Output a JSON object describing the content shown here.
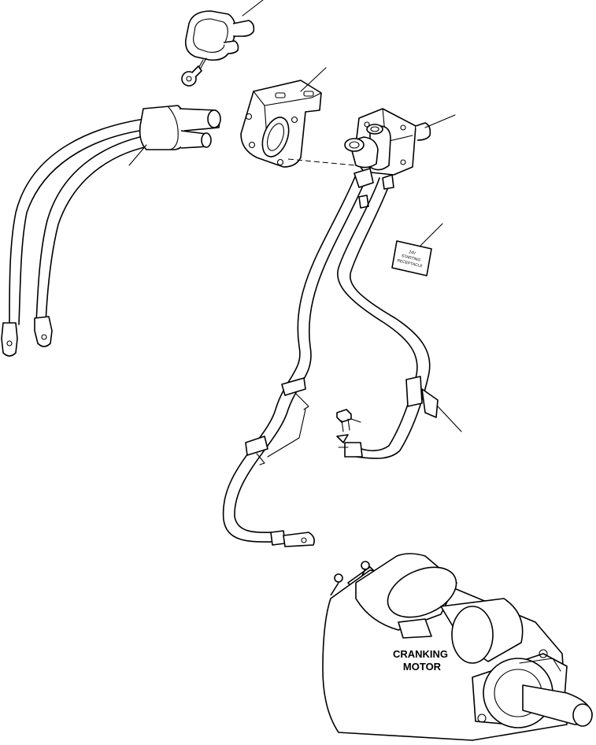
{
  "diagram": {
    "component_label": {
      "line1": "CRANKING",
      "line2": "MOTOR"
    },
    "decal_text": [
      "24V",
      "STARTING",
      "RECEPTACLE"
    ]
  }
}
